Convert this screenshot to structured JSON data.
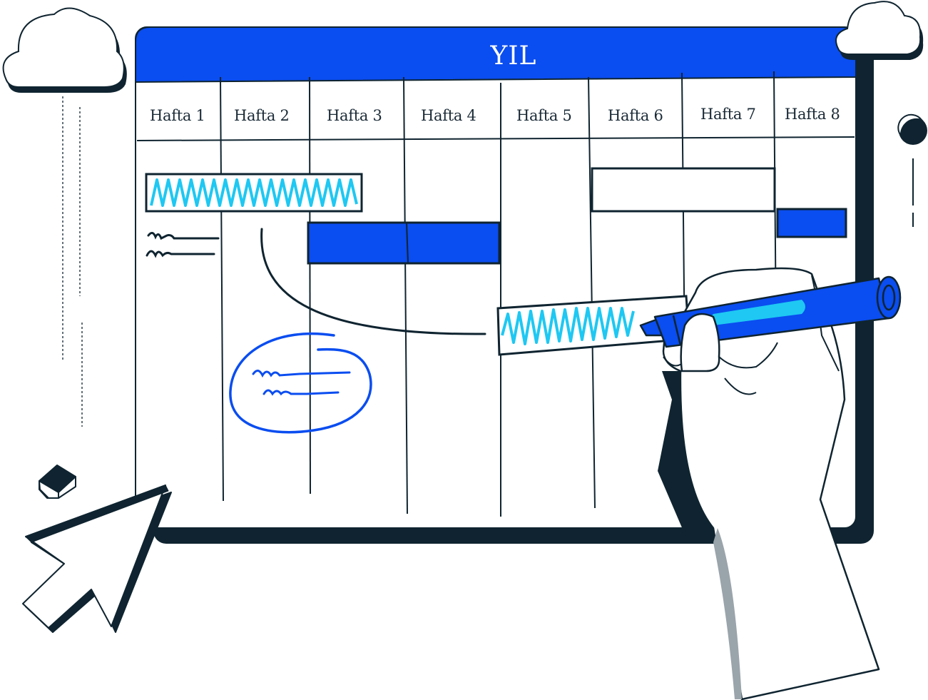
{
  "board": {
    "title": "YIL",
    "weeks": [
      "Hafta 1",
      "Hafta 2",
      "Hafta 3",
      "Hafta 4",
      "Hafta 5",
      "Hafta 6",
      "Hafta 7",
      "Hafta 8"
    ]
  },
  "colors": {
    "accent_blue": "#0a4df0",
    "light_blue": "#1ec8f2",
    "ink": "#0f2430",
    "paper": "#ffffff"
  },
  "icons": [
    "cloud-icon",
    "cursor-arrow-icon",
    "cube-icon",
    "half-moon-icon",
    "hand-holding-marker-icon"
  ]
}
